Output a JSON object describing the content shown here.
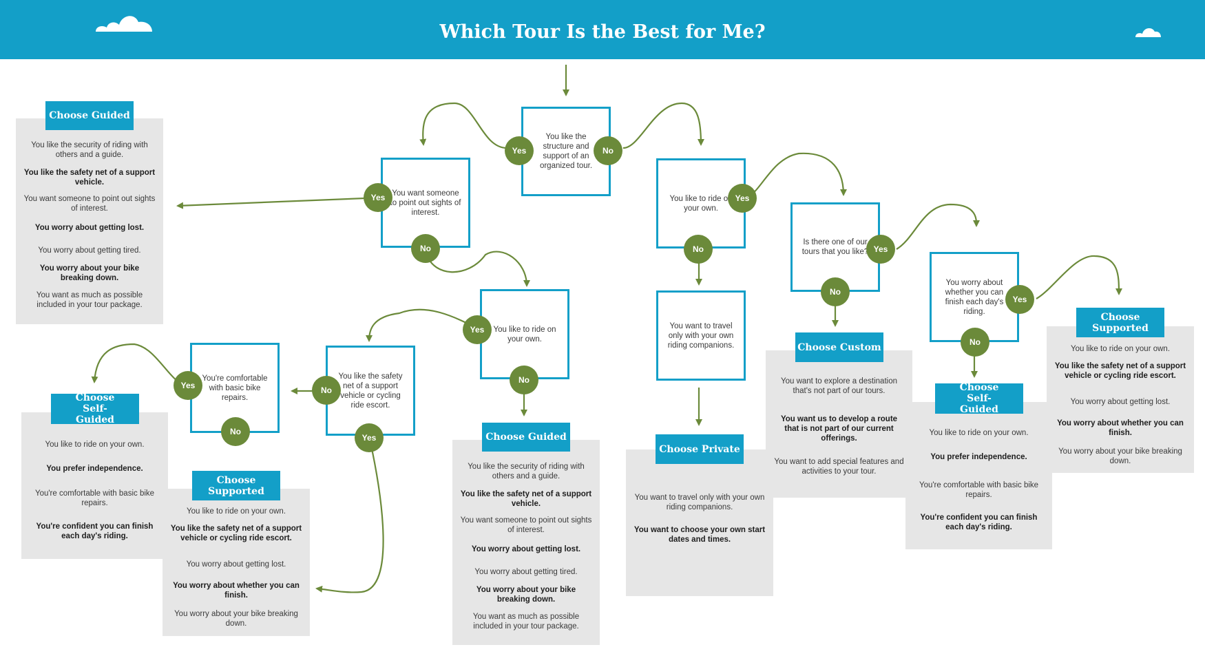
{
  "title": "Which Tour Is the Best for Me?",
  "colors": {
    "header": "#139fc8",
    "node_border": "#139fc8",
    "decision_dot": "#6b8a3a",
    "connector": "#6b8a3a",
    "panel": "#e6e6e6"
  },
  "questions": {
    "q1": "You like the structure and support of an organized tour.",
    "q2": "You want someone to point out sights of interest.",
    "q3": "You like to ride on your own.",
    "q4": "You like to ride on your own.",
    "q5": "You like the safety net of a support vehicle or cycling ride escort.",
    "q6": "You're comfortable with basic bike repairs.",
    "q7": "You want to travel only with your own riding companions.",
    "q8": "Is there one of our tours that you like?",
    "q9": "You worry about whether you can finish each day's riding."
  },
  "answers": {
    "yes": "Yes",
    "no": "No"
  },
  "outcomes": {
    "guided1": {
      "label": "Choose Guided",
      "lines": [
        "You like the security of riding with others and a guide.",
        "You like the safety net of a support vehicle.",
        "You want someone to point out sights of interest.",
        "You worry about getting lost.",
        "You worry about getting tired.",
        "You worry about your bike breaking down.",
        "You want as much as possible included in your tour package."
      ]
    },
    "guided2": {
      "label": "Choose Guided",
      "lines": [
        "You like the security of riding with others and a guide.",
        "You like the safety net of a support vehicle.",
        "You want someone to point out sights of interest.",
        "You worry about getting lost.",
        "You worry about getting tired.",
        "You worry about your bike breaking down.",
        "You want as much as possible included in your tour package."
      ]
    },
    "selfguided1": {
      "label": "Choose Self-Guided",
      "lines": [
        "You like to ride on your own.",
        "You prefer independence.",
        "You're comfortable with basic bike repairs.",
        "You're confident you can finish each day's riding."
      ]
    },
    "supported1": {
      "label": "Choose Supported",
      "lines": [
        "You like to ride on your own.",
        "You like the safety net of a support vehicle or cycling ride escort.",
        "You worry about getting lost.",
        "You worry about whether you can finish.",
        "You worry about your bike breaking down."
      ]
    },
    "private": {
      "label": "Choose Private",
      "lines": [
        "You want to travel only with your own riding companions.",
        "You want to choose your own start dates and times."
      ]
    },
    "custom": {
      "label": "Choose Custom",
      "lines": [
        "You want to explore a destination that's not part of our tours.",
        "You want us to develop a route that is not part of our current offerings.",
        "You want to add special features and activities to your tour."
      ]
    },
    "selfguided2": {
      "label": "Choose Self-Guided",
      "lines": [
        "You like to ride on your own.",
        "You prefer independence.",
        "You're comfortable with basic bike repairs.",
        "You're confident you can finish each day's riding."
      ]
    },
    "supported2": {
      "label": "Choose Supported",
      "lines": [
        "You like to ride on your own.",
        "You like the safety net of a support vehicle or cycling ride escort.",
        "You worry about getting lost.",
        "You worry about whether you can finish.",
        "You worry about your bike breaking down."
      ]
    }
  }
}
